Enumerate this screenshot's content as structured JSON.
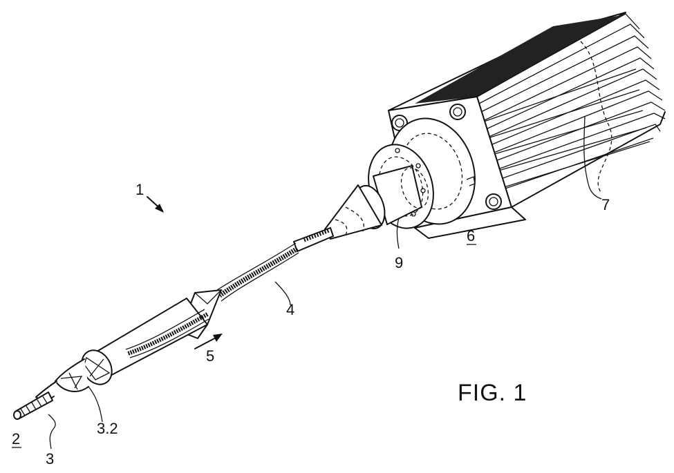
{
  "figure": {
    "caption": "FIG. 1",
    "labels": {
      "device": "1",
      "tip": "2",
      "head": "3",
      "head_detail": "3.2",
      "shaft": "4",
      "direction": "5",
      "housing": "6",
      "heat_sink": "7",
      "connector": "9"
    }
  }
}
